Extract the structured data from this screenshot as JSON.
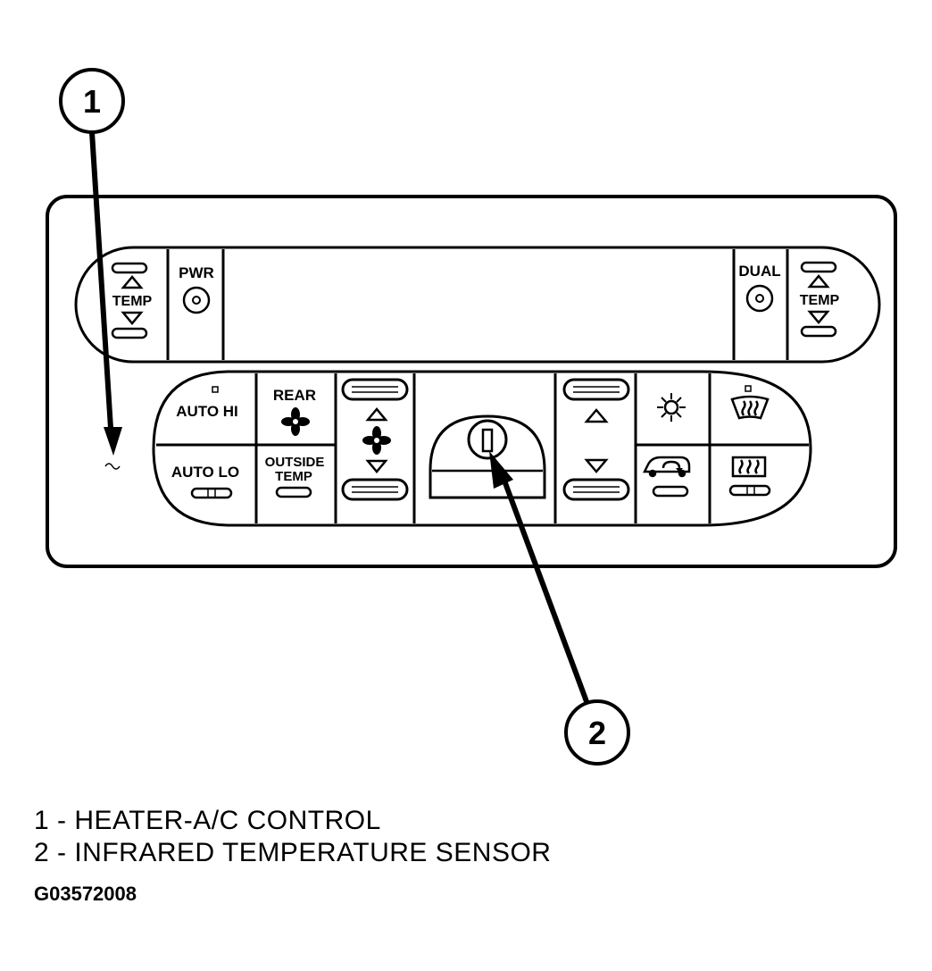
{
  "callouts": [
    {
      "number": "1"
    },
    {
      "number": "2"
    }
  ],
  "panel": {
    "top_row": {
      "left_temp_label": "TEMP",
      "pwr_label": "PWR",
      "dual_label": "DUAL",
      "right_temp_label": "TEMP"
    },
    "bottom_row": {
      "auto_hi_label": "AUTO HI",
      "auto_lo_label": "AUTO LO",
      "rear_label": "REAR",
      "outside_temp_line1": "OUTSIDE",
      "outside_temp_line2": "TEMP"
    },
    "icons": [
      "fan-icon",
      "up-arrow-icon",
      "down-arrow-icon",
      "ac-snowflake-icon",
      "front-defrost-icon",
      "recirculation-icon",
      "rear-defrost-icon"
    ]
  },
  "legend": [
    {
      "text": "1 - HEATER-A/C CONTROL"
    },
    {
      "text": "2 - INFRARED TEMPERATURE SENSOR"
    }
  ],
  "figure_id": "G03572008"
}
